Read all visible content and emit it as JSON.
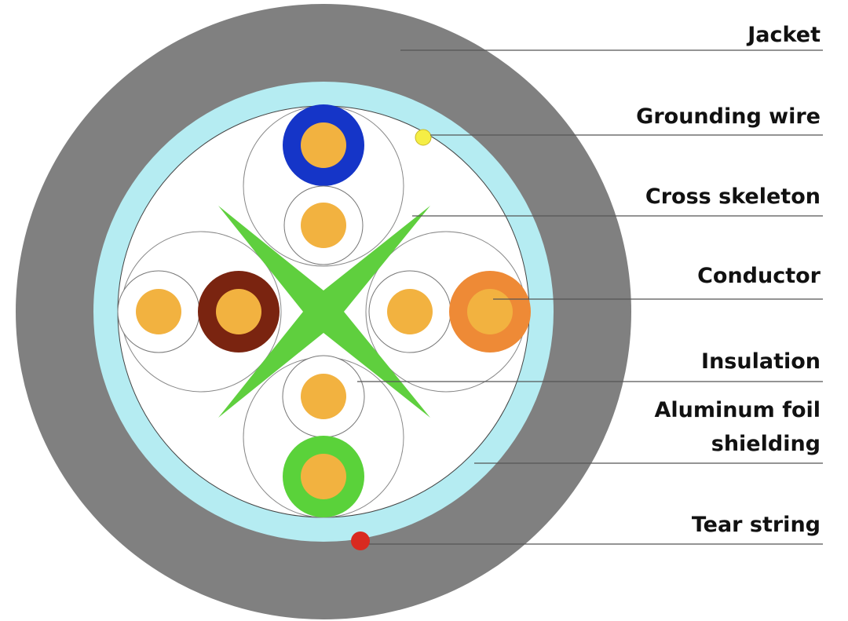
{
  "labels": {
    "jacket": "Jacket",
    "grounding_wire": "Grounding wire",
    "cross_skeleton": "Cross skeleton",
    "conductor": "Conductor",
    "insulation": "Insulation",
    "aluminum_foil_line1": "Aluminum foil",
    "aluminum_foil_line2": "shielding",
    "tear_string": "Tear string"
  },
  "colors": {
    "jacket": "#808080",
    "foil": "#b5ecf2",
    "core_fill": "#ffffff",
    "conductor": "#f2b240",
    "skeleton": "#5fcf3e",
    "grounding_wire": "#f5ee45",
    "tear_string": "#d92a20",
    "pair_blue": "#1535c8",
    "pair_brown": "#7a2410",
    "pair_orange": "#ee8a36",
    "pair_green": "#5ad23a"
  }
}
